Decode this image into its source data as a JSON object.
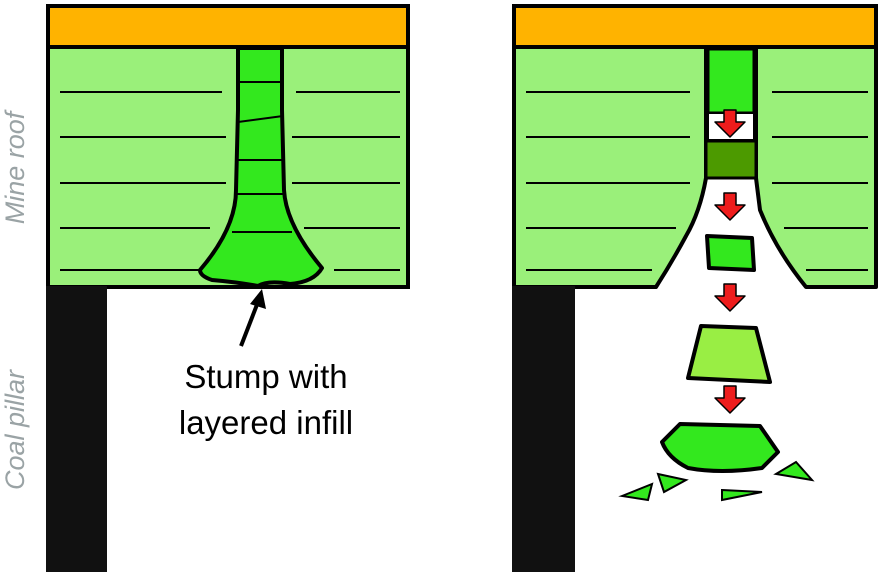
{
  "labels": {
    "mine_roof": "Mine roof",
    "coal_pillar": "Coal pillar",
    "callout_line1": "Stump with",
    "callout_line2": "layered infill"
  },
  "colors": {
    "overburden": "#FFB300",
    "roof_rock": "#9AF07A",
    "stump_fill": "#33E81E",
    "dislodged_block": "#4C9A00",
    "falling_block_light": "#99EE44",
    "arrow": "#EE1C1C",
    "coal_pillar": "#111111",
    "outline": "#000000",
    "label_gray": "#9aa3a5"
  }
}
